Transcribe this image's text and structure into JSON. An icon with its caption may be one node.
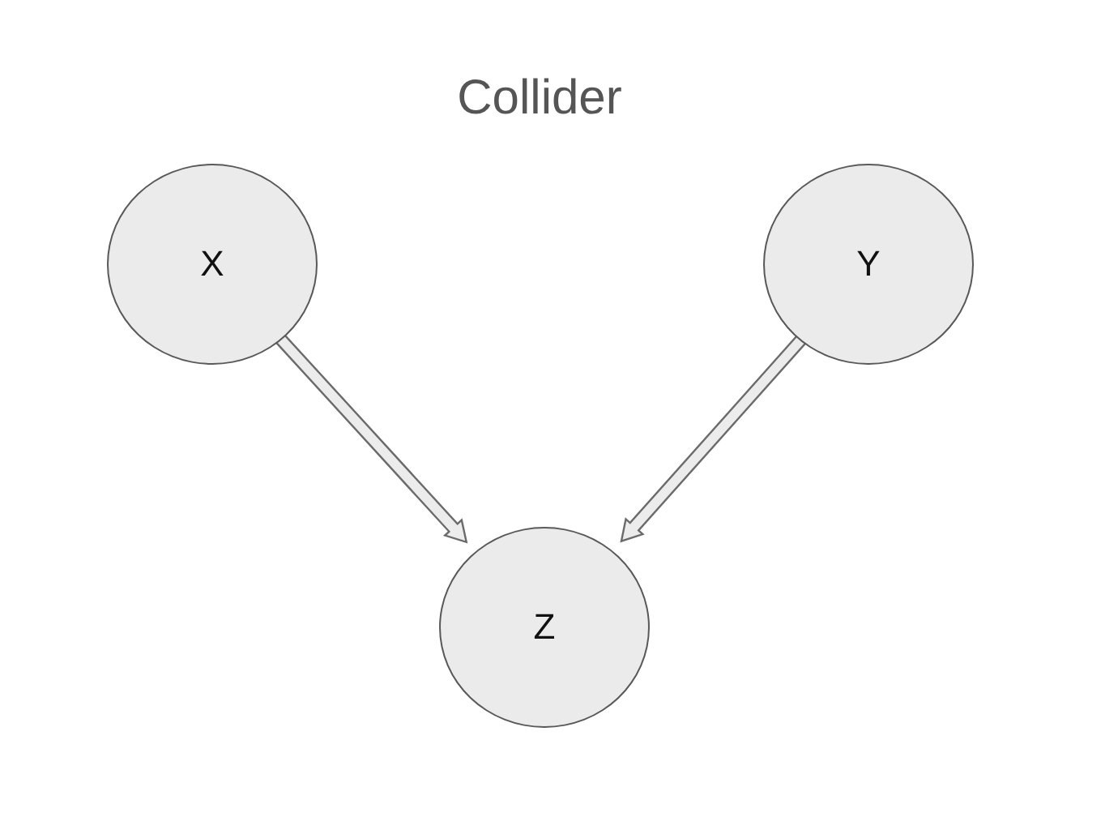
{
  "diagram": {
    "title": "Collider",
    "nodes": [
      {
        "text": [
          "X"
        ]
      },
      {
        "text": [
          "Y"
        ]
      },
      {
        "text": [
          "Z"
        ]
      }
    ],
    "edges": [
      {
        "from": 0,
        "to": 2,
        "arrow": "to"
      },
      {
        "from": 1,
        "to": 2,
        "arrow": "to"
      }
    ]
  }
}
